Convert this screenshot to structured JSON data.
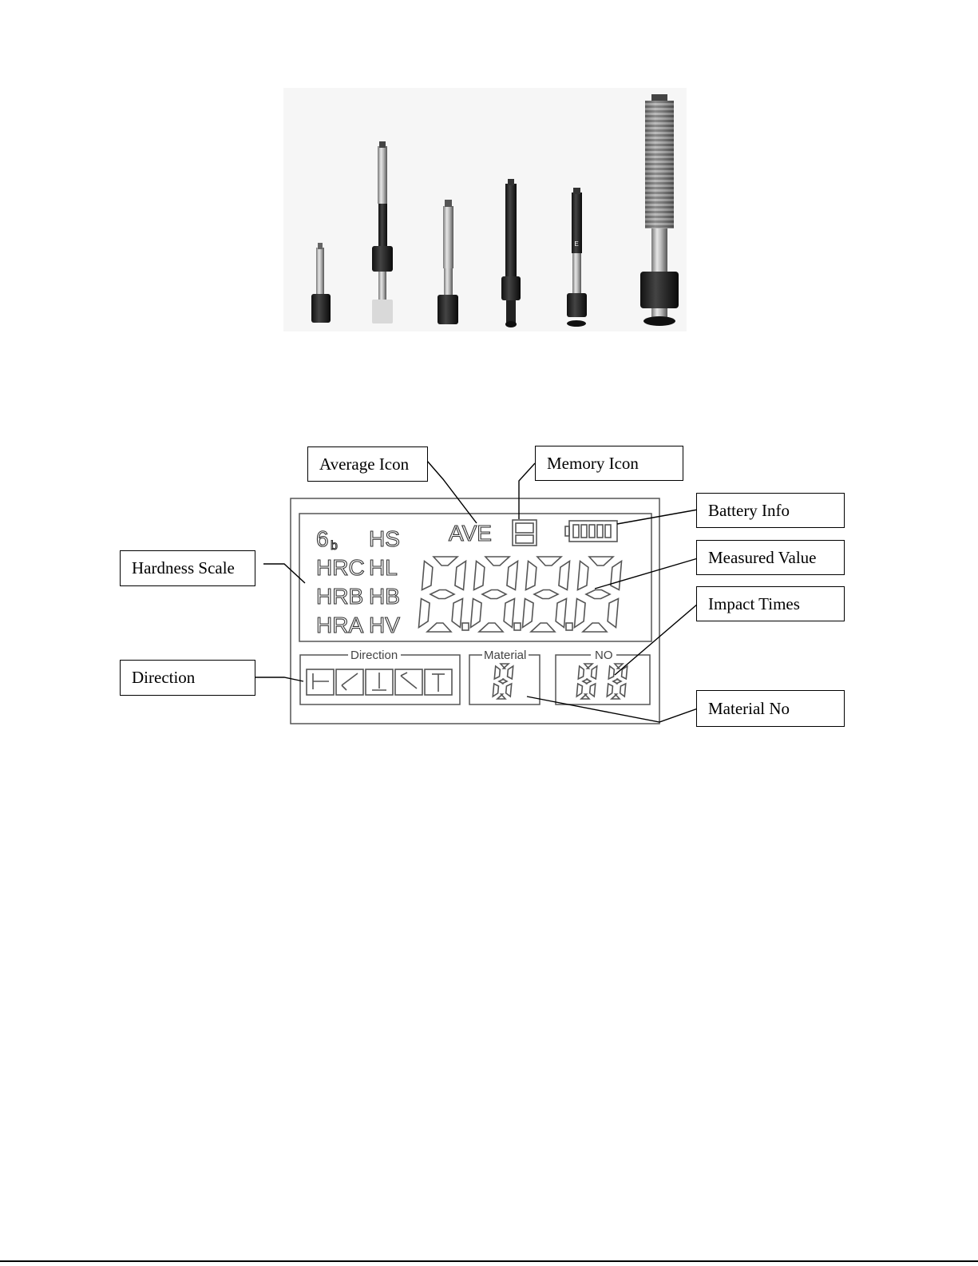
{
  "callouts": {
    "average_icon": "Average Icon",
    "memory_icon": "Memory Icon",
    "battery_info": "Battery Info",
    "measured_value": "Measured Value",
    "hardness_scale": "Hardness Scale",
    "impact_times": "Impact Times",
    "direction": "Direction",
    "material_no": "Material No"
  },
  "lcd": {
    "scales": [
      "Ɓb",
      "HS",
      "HRC",
      "HL",
      "HRB",
      "HB",
      "HRA",
      "HV"
    ],
    "ave": "AVE",
    "direction_label": "Direction",
    "material_label": "Material",
    "no_label": "NO"
  },
  "probe_count": 6
}
